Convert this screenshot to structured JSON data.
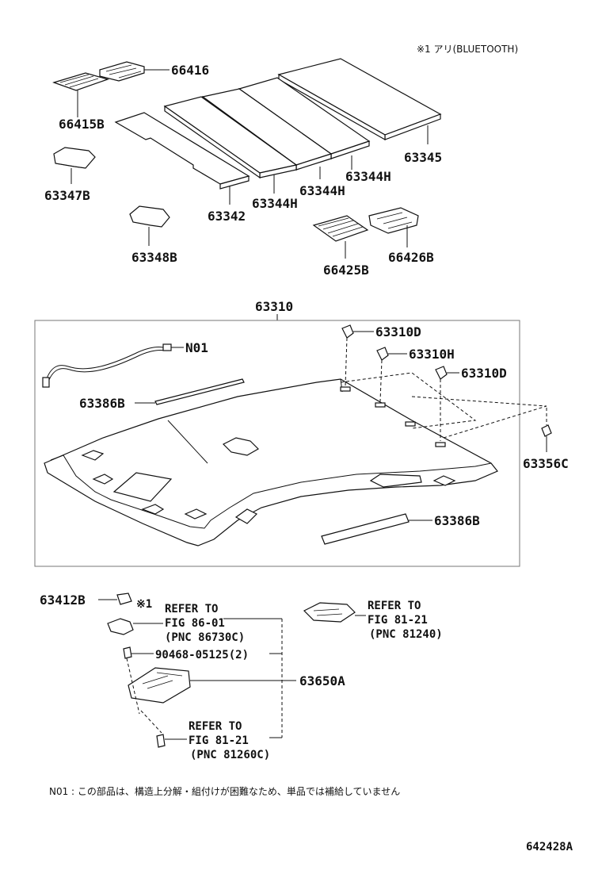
{
  "note_top": "※1 アリ(BLUETOOTH)",
  "main_assembly": "63310",
  "parts": {
    "p66416": "66416",
    "p66415b": "66415B",
    "p63345": "63345",
    "p63344h_a": "63344H",
    "p63344h_b": "63344H",
    "p63344h_c": "63344H",
    "p63342": "63342",
    "p63347b": "63347B",
    "p63348b": "63348B",
    "p66425b": "66425B",
    "p66426b": "66426B",
    "p63310d_a": "63310D",
    "p63310h": "63310H",
    "p63310d_b": "63310D",
    "pn01": "N01",
    "p63386b_a": "63386B",
    "p63356c": "63356C",
    "p63386b_b": "63386B",
    "p63412b": "63412B",
    "p90468": "90468-05125(2)",
    "p63650a": "63650A"
  },
  "star1": "※1",
  "refs": {
    "r1_line1": "REFER TO",
    "r1_line2": "FIG 86-01",
    "r1_line3": "(PNC 86730C)",
    "r2_line1": "REFER TO",
    "r2_line2": "FIG 81-21",
    "r2_line3": "(PNC 81240)",
    "r3_line1": "REFER TO",
    "r3_line2": "FIG 81-21",
    "r3_line3": "(PNC 81260C)"
  },
  "footnote": "N01 : この部品は、構造上分解・組付けが困難なため、単品では補給していません",
  "figure_id": "642428A"
}
